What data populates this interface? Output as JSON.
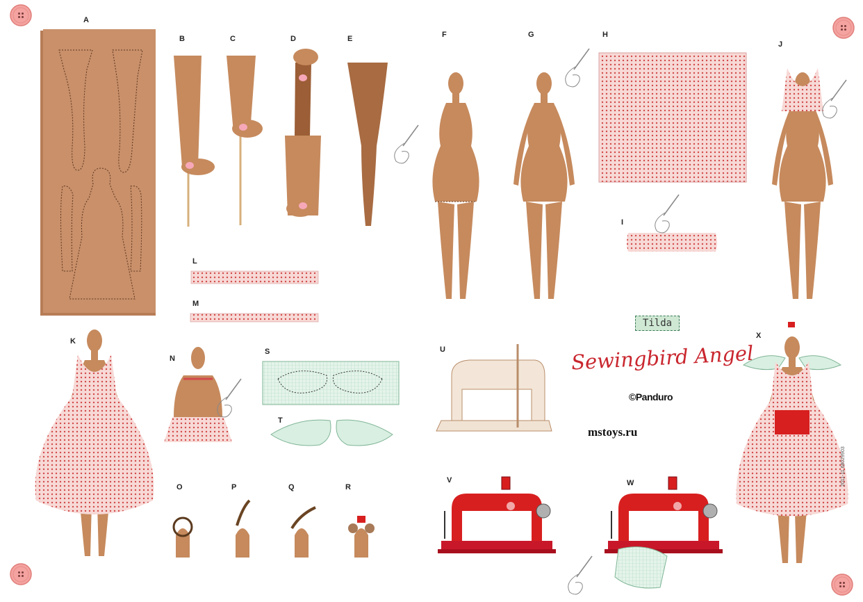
{
  "labels": {
    "a": "A",
    "b": "B",
    "c": "C",
    "d": "D",
    "e": "E",
    "f": "F",
    "g": "G",
    "h": "H",
    "i": "I",
    "j": "J",
    "k": "K",
    "l": "L",
    "m": "M",
    "n": "N",
    "o": "O",
    "p": "P",
    "q": "Q",
    "r": "R",
    "s": "S",
    "t": "T",
    "u": "U",
    "v": "V",
    "w": "W",
    "x": "X"
  },
  "branding": {
    "tilda": "Tilda",
    "title": "Sewingbird Angel",
    "panduro": "©Panduro",
    "website": "mstoys.ru",
    "product_code": "2011-11 68029903"
  },
  "colors": {
    "skin": "#c68a5d",
    "fabric_board": "#c9906a",
    "pink_fabric": "#f2c6c4",
    "red_dot": "#d24a4a",
    "mint_fabric": "#d9efe2",
    "machine_red": "#d81f1f",
    "button_pink": "#f4a3a0"
  },
  "icons": [
    "sewing-button-icon",
    "sewing-needle-icon",
    "sewing-machine-icon"
  ]
}
